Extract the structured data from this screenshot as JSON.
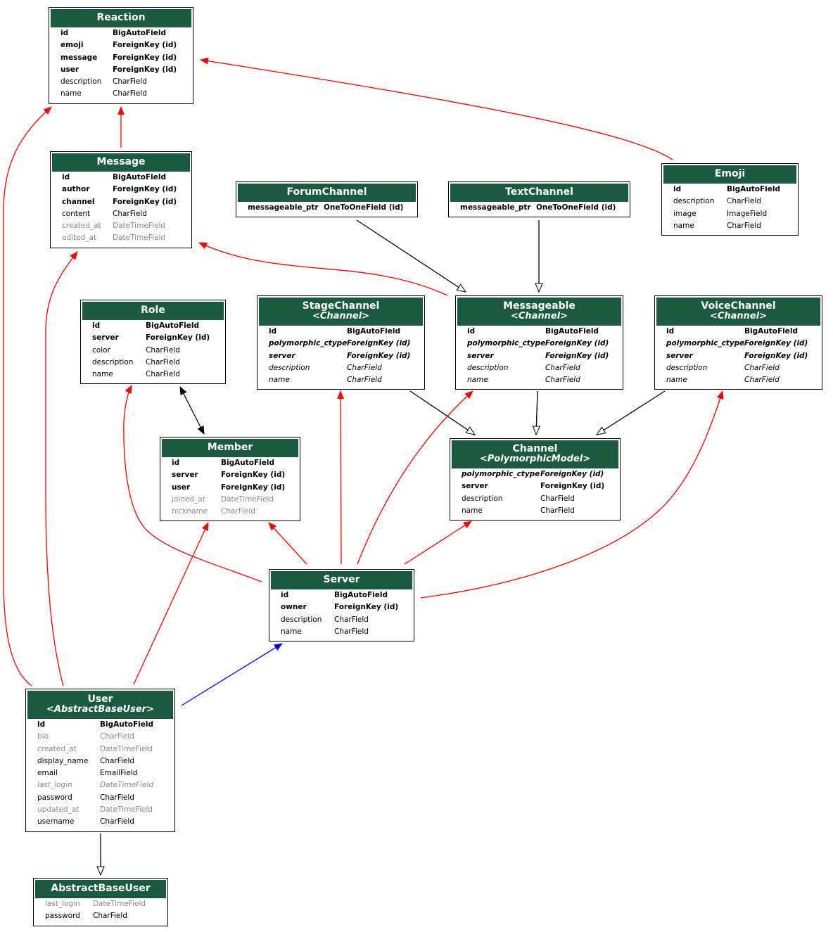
{
  "diagram": {
    "colors": {
      "header_bg": "#1a5a3f",
      "header_text": "#ffffff",
      "relation_fk": "#ff0000",
      "relation_one_to_one": "#0000ff",
      "relation_m2m": "#000000",
      "inheritance": "#000000",
      "nullable_text": "#8a8a8a"
    },
    "nodes": [
      {
        "id": "reaction",
        "title": "Reaction",
        "subtitle": "",
        "fields": [
          {
            "name": "id",
            "type": "BigAutoField",
            "style": "pk"
          },
          {
            "name": "emoji",
            "type": "ForeignKey (id)",
            "style": "fk"
          },
          {
            "name": "message",
            "type": "ForeignKey (id)",
            "style": "fk"
          },
          {
            "name": "user",
            "type": "ForeignKey (id)",
            "style": "fk"
          },
          {
            "name": "description",
            "type": "CharField",
            "style": "normal"
          },
          {
            "name": "name",
            "type": "CharField",
            "style": "normal"
          }
        ]
      },
      {
        "id": "message",
        "title": "Message",
        "subtitle": "",
        "fields": [
          {
            "name": "id",
            "type": "BigAutoField",
            "style": "pk"
          },
          {
            "name": "author",
            "type": "ForeignKey (id)",
            "style": "fk"
          },
          {
            "name": "channel",
            "type": "ForeignKey (id)",
            "style": "fk"
          },
          {
            "name": "content",
            "type": "CharField",
            "style": "normal"
          },
          {
            "name": "created_at",
            "type": "DateTimeField",
            "style": "nullable"
          },
          {
            "name": "edited_at",
            "type": "DateTimeField",
            "style": "nullable"
          }
        ]
      },
      {
        "id": "emoji",
        "title": "Emoji",
        "subtitle": "",
        "fields": [
          {
            "name": "id",
            "type": "BigAutoField",
            "style": "pk"
          },
          {
            "name": "description",
            "type": "CharField",
            "style": "normal"
          },
          {
            "name": "image",
            "type": "ImageField",
            "style": "normal"
          },
          {
            "name": "name",
            "type": "CharField",
            "style": "normal"
          }
        ]
      },
      {
        "id": "forumchannel",
        "title": "ForumChannel",
        "subtitle": "",
        "fields": [
          {
            "name": "messageable_ptr",
            "type": "OneToOneField (id)",
            "style": "fk"
          }
        ]
      },
      {
        "id": "textchannel",
        "title": "TextChannel",
        "subtitle": "",
        "fields": [
          {
            "name": "messageable_ptr",
            "type": "OneToOneField (id)",
            "style": "fk"
          }
        ]
      },
      {
        "id": "role",
        "title": "Role",
        "subtitle": "",
        "fields": [
          {
            "name": "id",
            "type": "BigAutoField",
            "style": "pk"
          },
          {
            "name": "server",
            "type": "ForeignKey (id)",
            "style": "fk"
          },
          {
            "name": "color",
            "type": "CharField",
            "style": "normal"
          },
          {
            "name": "description",
            "type": "CharField",
            "style": "normal"
          },
          {
            "name": "name",
            "type": "CharField",
            "style": "normal"
          }
        ]
      },
      {
        "id": "stagechannel",
        "title": "StageChannel",
        "subtitle": "<Channel>",
        "fields": [
          {
            "name": "id",
            "type": "BigAutoField",
            "style": "pk"
          },
          {
            "name": "polymorphic_ctype",
            "type": "ForeignKey (id)",
            "style": "fk inherited"
          },
          {
            "name": "server",
            "type": "ForeignKey (id)",
            "style": "fk inherited"
          },
          {
            "name": "description",
            "type": "CharField",
            "style": "inherited"
          },
          {
            "name": "name",
            "type": "CharField",
            "style": "inherited"
          }
        ]
      },
      {
        "id": "messageable",
        "title": "Messageable",
        "subtitle": "<Channel>",
        "fields": [
          {
            "name": "id",
            "type": "BigAutoField",
            "style": "pk"
          },
          {
            "name": "polymorphic_ctype",
            "type": "ForeignKey (id)",
            "style": "fk inherited"
          },
          {
            "name": "server",
            "type": "ForeignKey (id)",
            "style": "fk inherited"
          },
          {
            "name": "description",
            "type": "CharField",
            "style": "inherited"
          },
          {
            "name": "name",
            "type": "CharField",
            "style": "inherited"
          }
        ]
      },
      {
        "id": "voicechannel",
        "title": "VoiceChannel",
        "subtitle": "<Channel>",
        "fields": [
          {
            "name": "id",
            "type": "BigAutoField",
            "style": "pk"
          },
          {
            "name": "polymorphic_ctype",
            "type": "ForeignKey (id)",
            "style": "fk inherited"
          },
          {
            "name": "server",
            "type": "ForeignKey (id)",
            "style": "fk inherited"
          },
          {
            "name": "description",
            "type": "CharField",
            "style": "inherited"
          },
          {
            "name": "name",
            "type": "CharField",
            "style": "inherited"
          }
        ]
      },
      {
        "id": "member",
        "title": "Member",
        "subtitle": "",
        "fields": [
          {
            "name": "id",
            "type": "BigAutoField",
            "style": "pk"
          },
          {
            "name": "server",
            "type": "ForeignKey (id)",
            "style": "fk"
          },
          {
            "name": "user",
            "type": "ForeignKey (id)",
            "style": "fk"
          },
          {
            "name": "joined_at",
            "type": "DateTimeField",
            "style": "nullable"
          },
          {
            "name": "nickname",
            "type": "CharField",
            "style": "nullable"
          }
        ]
      },
      {
        "id": "channel",
        "title": "Channel",
        "subtitle": "<PolymorphicModel>",
        "fields": [
          {
            "name": "polymorphic_ctype",
            "type": "ForeignKey (id)",
            "style": "fk inherited"
          },
          {
            "name": "server",
            "type": "ForeignKey (id)",
            "style": "fk"
          },
          {
            "name": "description",
            "type": "CharField",
            "style": "normal"
          },
          {
            "name": "name",
            "type": "CharField",
            "style": "normal"
          }
        ]
      },
      {
        "id": "server",
        "title": "Server",
        "subtitle": "",
        "fields": [
          {
            "name": "id",
            "type": "BigAutoField",
            "style": "pk"
          },
          {
            "name": "owner",
            "type": "ForeignKey (id)",
            "style": "fk"
          },
          {
            "name": "description",
            "type": "CharField",
            "style": "normal"
          },
          {
            "name": "name",
            "type": "CharField",
            "style": "normal"
          }
        ]
      },
      {
        "id": "user",
        "title": "User",
        "subtitle": "<AbstractBaseUser>",
        "fields": [
          {
            "name": "id",
            "type": "BigAutoField",
            "style": "pk"
          },
          {
            "name": "bio",
            "type": "CharField",
            "style": "nullable"
          },
          {
            "name": "created_at",
            "type": "DateTimeField",
            "style": "nullable"
          },
          {
            "name": "display_name",
            "type": "CharField",
            "style": "normal"
          },
          {
            "name": "email",
            "type": "EmailField",
            "style": "normal"
          },
          {
            "name": "last_login",
            "type": "DateTimeField",
            "style": "nullable inherited"
          },
          {
            "name": "password",
            "type": "CharField",
            "style": "normal"
          },
          {
            "name": "updated_at",
            "type": "DateTimeField",
            "style": "nullable"
          },
          {
            "name": "username",
            "type": "CharField",
            "style": "normal"
          }
        ]
      },
      {
        "id": "abstractbaseuser",
        "title": "AbstractBaseUser",
        "subtitle": "",
        "fields": [
          {
            "name": "last_login",
            "type": "DateTimeField",
            "style": "nullable"
          },
          {
            "name": "password",
            "type": "CharField",
            "style": "normal"
          }
        ]
      }
    ],
    "edges": [
      {
        "from": "message",
        "to": "reaction",
        "kind": "fk"
      },
      {
        "from": "emoji",
        "to": "reaction",
        "kind": "fk"
      },
      {
        "from": "user",
        "to": "reaction",
        "kind": "fk"
      },
      {
        "from": "user",
        "to": "message",
        "kind": "fk"
      },
      {
        "from": "messageable",
        "to": "message",
        "kind": "fk"
      },
      {
        "from": "forumchannel",
        "to": "messageable",
        "kind": "inheritance"
      },
      {
        "from": "textchannel",
        "to": "messageable",
        "kind": "inheritance"
      },
      {
        "from": "stagechannel",
        "to": "channel",
        "kind": "inheritance"
      },
      {
        "from": "messageable",
        "to": "channel",
        "kind": "inheritance"
      },
      {
        "from": "voicechannel",
        "to": "channel",
        "kind": "inheritance"
      },
      {
        "from": "role",
        "to": "member",
        "kind": "m2m"
      },
      {
        "from": "server",
        "to": "role",
        "kind": "fk"
      },
      {
        "from": "server",
        "to": "member",
        "kind": "fk"
      },
      {
        "from": "user",
        "to": "member",
        "kind": "fk"
      },
      {
        "from": "server",
        "to": "stagechannel",
        "kind": "fk"
      },
      {
        "from": "server",
        "to": "messageable",
        "kind": "fk"
      },
      {
        "from": "server",
        "to": "channel",
        "kind": "fk"
      },
      {
        "from": "server",
        "to": "voicechannel",
        "kind": "fk"
      },
      {
        "from": "user",
        "to": "server",
        "kind": "one_to_one"
      },
      {
        "from": "user",
        "to": "abstractbaseuser",
        "kind": "inheritance"
      }
    ]
  }
}
